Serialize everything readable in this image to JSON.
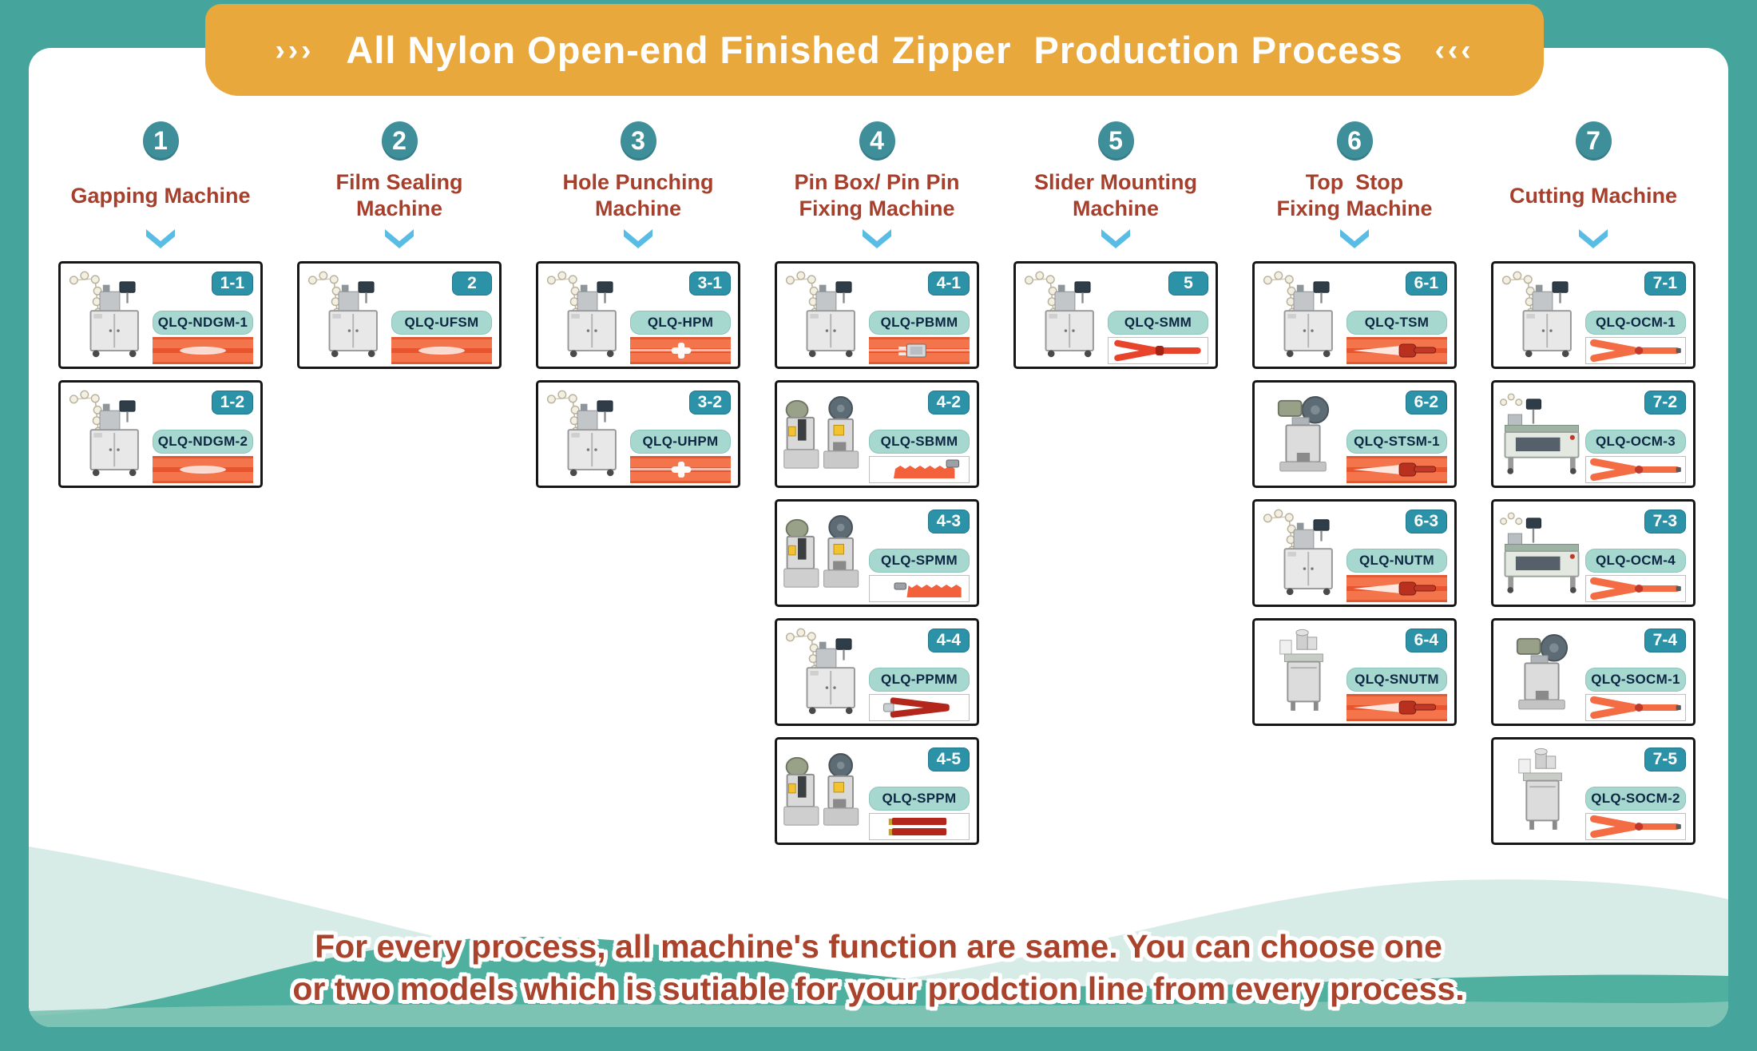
{
  "page": {
    "arrows_left": "›››",
    "arrows_right": "‹‹‹",
    "title": "All Nylon Open-end Finished Zipper  Production Process",
    "footer_line1": "For every process, all machine's function are same. You can choose one",
    "footer_line2": "or two models which is sutiable for your prodction line from every process.",
    "colors": {
      "frame_teal": "#45A59D",
      "banner_orange": "#E9A83B",
      "heading_red": "#A6402D",
      "step_circle_teal": "#3F8F9B",
      "chevron_blue": "#58BCE4",
      "badge_teal": "#2B92A8",
      "pill_mint": "#A7D8D0",
      "pill_text": "#0E2743",
      "card_border": "#161616",
      "zipper_orange": "#F4744C",
      "zipper_red": "#B3261C",
      "footer_text_red": "#A9432C",
      "wave_light": "#D8ECE7",
      "wave_dark": "#4FB0A0",
      "wave_mid": "#7FC4B5"
    }
  },
  "columns": [
    {
      "step": "1",
      "label_lines": [
        "Gapping Machine"
      ],
      "machines": [
        {
          "badge": "1-1",
          "model": "QLQ-NDGM-1",
          "sample": "tape",
          "machine_icon": "cabinet"
        },
        {
          "badge": "1-2",
          "model": "QLQ-NDGM-2",
          "sample": "tape",
          "machine_icon": "cabinet"
        }
      ]
    },
    {
      "step": "2",
      "label_lines": [
        "Film Sealing",
        "Machine"
      ],
      "machines": [
        {
          "badge": "2",
          "model": "QLQ-UFSM",
          "sample": "tape",
          "machine_icon": "cabinet"
        }
      ]
    },
    {
      "step": "3",
      "label_lines": [
        "Hole Punching",
        "Machine"
      ],
      "machines": [
        {
          "badge": "3-1",
          "model": "QLQ-HPM",
          "sample": "tape-hole",
          "machine_icon": "cabinet"
        },
        {
          "badge": "3-2",
          "model": "QLQ-UHPM",
          "sample": "tape-hole",
          "machine_icon": "cabinet"
        }
      ]
    },
    {
      "step": "4",
      "label_lines": [
        "Pin Box/ Pin Pin",
        "Fixing Machine"
      ],
      "machines": [
        {
          "badge": "4-1",
          "model": "QLQ-PBMM",
          "sample": "tape-pin",
          "machine_icon": "cabinet"
        },
        {
          "badge": "4-2",
          "model": "QLQ-SBMM",
          "sample": "corner",
          "machine_icon": "press"
        },
        {
          "badge": "4-3",
          "model": "QLQ-SPMM",
          "sample": "corner-left",
          "machine_icon": "press"
        },
        {
          "badge": "4-4",
          "model": "QLQ-PPMM",
          "sample": "open-red",
          "machine_icon": "cabinet"
        },
        {
          "badge": "4-5",
          "model": "QLQ-SPPM",
          "sample": "strips",
          "machine_icon": "press"
        }
      ]
    },
    {
      "step": "5",
      "label_lines": [
        "Slider Mounting",
        "Machine"
      ],
      "machines": [
        {
          "badge": "5",
          "model": "QLQ-SMM",
          "sample": "vee-red",
          "machine_icon": "cabinet"
        }
      ]
    },
    {
      "step": "6",
      "label_lines": [
        "Top  Stop",
        "Fixing Machine"
      ],
      "machines": [
        {
          "badge": "6-1",
          "model": "QLQ-TSM",
          "sample": "tape-slider",
          "machine_icon": "cabinet"
        },
        {
          "badge": "6-2",
          "model": "QLQ-STSM-1",
          "sample": "tape-slider",
          "machine_icon": "press-single"
        },
        {
          "badge": "6-3",
          "model": "QLQ-NUTM",
          "sample": "tape-slider",
          "machine_icon": "cabinet"
        },
        {
          "badge": "6-4",
          "model": "QLQ-SNUTM",
          "sample": "tape-slider",
          "machine_icon": "stand"
        }
      ]
    },
    {
      "step": "7",
      "label_lines": [
        "Cutting Machine"
      ],
      "machines": [
        {
          "badge": "7-1",
          "model": "QLQ-OCM-1",
          "sample": "vee",
          "machine_icon": "cabinet"
        },
        {
          "badge": "7-2",
          "model": "QLQ-OCM-3",
          "sample": "vee",
          "machine_icon": "bench"
        },
        {
          "badge": "7-3",
          "model": "QLQ-OCM-4",
          "sample": "vee",
          "machine_icon": "bench"
        },
        {
          "badge": "7-4",
          "model": "QLQ-SOCM-1",
          "sample": "vee",
          "machine_icon": "press-single"
        },
        {
          "badge": "7-5",
          "model": "QLQ-SOCM-2",
          "sample": "vee",
          "machine_icon": "stand"
        }
      ]
    }
  ]
}
